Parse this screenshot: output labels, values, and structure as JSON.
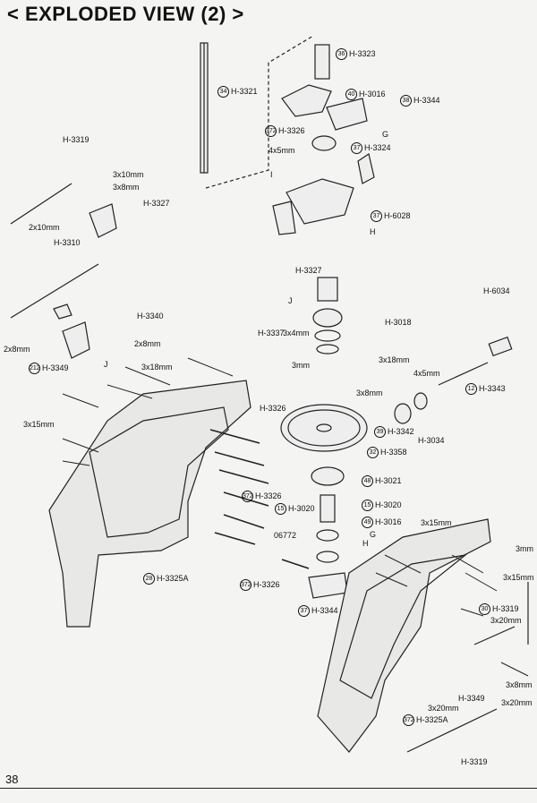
{
  "page": {
    "title": "< EXPLODED VIEW (2) >",
    "page_number": "38"
  },
  "callouts": [
    {
      "id": "c1",
      "num": "36",
      "text": "H-3323"
    },
    {
      "id": "c2",
      "num": "34",
      "text": "H-3321"
    },
    {
      "id": "c3",
      "num": "40",
      "text": "H-3016"
    },
    {
      "id": "c4",
      "num": "38",
      "text": "H-3344"
    },
    {
      "id": "c5",
      "num": "372",
      "text": "H-3326"
    },
    {
      "id": "c6",
      "num": "",
      "text": "G"
    },
    {
      "id": "c7",
      "num": "37",
      "text": "H-3324"
    },
    {
      "id": "c8",
      "num": "",
      "text": "4x5mm"
    },
    {
      "id": "c9",
      "num": "",
      "text": "I"
    },
    {
      "id": "c10",
      "num": "37",
      "text": "H-6028"
    },
    {
      "id": "c11",
      "num": "",
      "text": "H"
    },
    {
      "id": "c12",
      "num": "",
      "text": "H-3327"
    },
    {
      "id": "c13",
      "num": "",
      "text": "H-3319"
    },
    {
      "id": "c14",
      "num": "",
      "text": "3x10mm"
    },
    {
      "id": "c15",
      "num": "",
      "text": "3x8mm"
    },
    {
      "id": "c16",
      "num": "",
      "text": "H-3327"
    },
    {
      "id": "c17",
      "num": "",
      "text": "2x10mm"
    },
    {
      "id": "c18",
      "num": "",
      "text": "H-3310"
    },
    {
      "id": "c19",
      "num": "",
      "text": "J"
    },
    {
      "id": "c20",
      "num": "",
      "text": "H-3018"
    },
    {
      "id": "c21",
      "num": "",
      "text": "H-6034"
    },
    {
      "id": "c22",
      "num": "",
      "text": "H-3340"
    },
    {
      "id": "c23",
      "num": "",
      "text": "2x8mm"
    },
    {
      "id": "c24",
      "num": "",
      "text": "2x8mm"
    },
    {
      "id": "c25",
      "num": "212",
      "text": "H-3349"
    },
    {
      "id": "c26",
      "num": "",
      "text": "J"
    },
    {
      "id": "c27",
      "num": "",
      "text": "H-3337"
    },
    {
      "id": "c28",
      "num": "",
      "text": "3x4mm"
    },
    {
      "id": "c29",
      "num": "",
      "text": "3mm"
    },
    {
      "id": "c30",
      "num": "",
      "text": "3x18mm"
    },
    {
      "id": "c31",
      "num": "",
      "text": "3x18mm"
    },
    {
      "id": "c32",
      "num": "",
      "text": "4x5mm"
    },
    {
      "id": "c33",
      "num": "12",
      "text": "H-3343"
    },
    {
      "id": "c34",
      "num": "",
      "text": "3x8mm"
    },
    {
      "id": "c35",
      "num": "",
      "text": "H-3326"
    },
    {
      "id": "c36",
      "num": "",
      "text": "3x15mm"
    },
    {
      "id": "c37",
      "num": "39",
      "text": "H-3342"
    },
    {
      "id": "c38",
      "num": "",
      "text": "H-3034"
    },
    {
      "id": "c39",
      "num": "32",
      "text": "H-3358"
    },
    {
      "id": "c40",
      "num": "48",
      "text": "H-3021"
    },
    {
      "id": "c41",
      "num": "372",
      "text": "H-3326"
    },
    {
      "id": "c42",
      "num": "15",
      "text": "H-3020"
    },
    {
      "id": "c43",
      "num": "15",
      "text": "H-3020"
    },
    {
      "id": "c44",
      "num": "49",
      "text": "H-3016"
    },
    {
      "id": "c45",
      "num": "",
      "text": "06772"
    },
    {
      "id": "c46",
      "num": "",
      "text": "G"
    },
    {
      "id": "c47",
      "num": "",
      "text": "H"
    },
    {
      "id": "c48",
      "num": "",
      "text": "3x15mm"
    },
    {
      "id": "c49",
      "num": "",
      "text": "3mm"
    },
    {
      "id": "c50",
      "num": "28",
      "text": "H-3325A"
    },
    {
      "id": "c51",
      "num": "",
      "text": "3x15mm"
    },
    {
      "id": "c52",
      "num": "372",
      "text": "H-3326"
    },
    {
      "id": "c53",
      "num": "30",
      "text": "H-3319"
    },
    {
      "id": "c54",
      "num": "",
      "text": "3x20mm"
    },
    {
      "id": "c55",
      "num": "37",
      "text": "H-3344"
    },
    {
      "id": "c56",
      "num": "",
      "text": "3x8mm"
    },
    {
      "id": "c57",
      "num": "",
      "text": "H-3349"
    },
    {
      "id": "c58",
      "num": "",
      "text": "3x20mm"
    },
    {
      "id": "c59",
      "num": "",
      "text": "3x20mm"
    },
    {
      "id": "c60",
      "num": "372",
      "text": "H-3325A"
    },
    {
      "id": "c61",
      "num": "",
      "text": "H-3319"
    }
  ]
}
